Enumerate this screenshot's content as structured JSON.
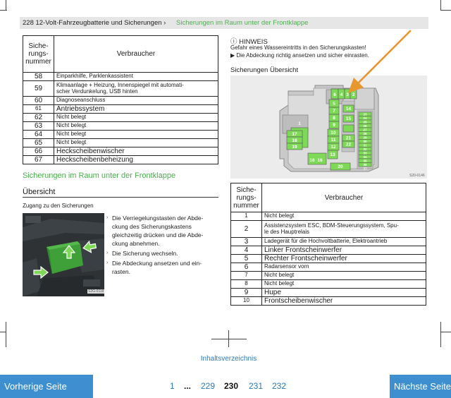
{
  "header": {
    "left": "228 12-Volt-Fahrzeugbatterie und Sicherungen ›",
    "right": "Sicherungen im Raum unter der Frontklappe"
  },
  "left_table": {
    "col_num": "Siche-\nrungs-\nnummer",
    "col_load": "Verbraucher",
    "rows": [
      {
        "num": "58",
        "load": "Einparkhilfe, Parklenkassistent"
      },
      {
        "num": "59",
        "load": "Klimaanlage + Heizung, Innenspiegel mit automati-\nscher Verdunkelung, USB hinten"
      },
      {
        "num": "60",
        "load": "Diagnoseanschluss"
      },
      {
        "num": "61",
        "load": "Antriebssystem"
      },
      {
        "num": "62",
        "load": "Nicht belegt"
      },
      {
        "num": "63",
        "load": "Nicht belegt"
      },
      {
        "num": "64",
        "load": "Nicht belegt"
      },
      {
        "num": "65",
        "load": "Nicht belegt"
      },
      {
        "num": "66",
        "load": "Heckscheibenwischer"
      },
      {
        "num": "67",
        "load": "Heckscheibenbeheizung"
      }
    ]
  },
  "section": {
    "title": "Sicherungen im Raum unter der Frontklappe",
    "subtitle": "Übersicht",
    "access": "Zugang zu den Sicherungen",
    "photo_caption": "S2G-0118",
    "steps": [
      "Die Verriegelungstasten der Abde-\nckung des Sicherungskastens\ngleichzeitig drücken und die Abde-\nckung abnehmen.",
      "Die Sicherung wechseln.",
      "Die Abdeckung ansetzen und ein-\nrasten."
    ]
  },
  "hinweis": {
    "title": "HINWEIS",
    "line1": "Gefahr eines Wassereintritts in den Sicherungskasten!",
    "line2": "Die Abdeckung richtig ansetzen und sicher einrasten."
  },
  "overview_title": "Sicherungen Übersicht",
  "diagram": {
    "caption": "S20-0146",
    "labels": {
      "top": [
        "6",
        "4",
        "3",
        "2"
      ],
      "f5": "5",
      "f7": "7",
      "f8": "8",
      "f9": "9",
      "f10": "10",
      "f11": "11",
      "f12": "12",
      "f13": "13",
      "f14": "14",
      "f15": "15",
      "f16": "16",
      "f17": "17",
      "f18": "18",
      "f19": "19",
      "f20": "20",
      "f21": "21",
      "f22": "22",
      "f1": "1",
      "right": [
        "23",
        "24",
        "25",
        "26",
        "27",
        "28",
        "29",
        "30",
        "31",
        "32",
        "33",
        "34",
        "35",
        "36",
        "37"
      ]
    }
  },
  "right_table": {
    "col_num": "Siche-\nrungs-\nnummer",
    "col_load": "Verbraucher",
    "rows": [
      {
        "num": "1",
        "load": "Nicht belegt"
      },
      {
        "num": "2",
        "load": "Assistenzsystem ESC, BDM-Steuerungssystem, Spu-\nle des Hauptrelais"
      },
      {
        "num": "3",
        "load": "Ladegerät für die Hochvoltbatterie, Elektroantrieb"
      },
      {
        "num": "4",
        "load": "Linker Frontscheinwerfer"
      },
      {
        "num": "5",
        "load": "Rechter Frontscheinwerfer"
      },
      {
        "num": "6",
        "load": "Radarsensor vorn"
      },
      {
        "num": "7",
        "load": "Nicht belegt"
      },
      {
        "num": "8",
        "load": "Nicht belegt"
      },
      {
        "num": "9",
        "load": "Hupe"
      },
      {
        "num": "10",
        "load": "Frontscheibenwischer"
      }
    ]
  },
  "footer": {
    "toc": "Inhaltsverzeichnis",
    "prev": "Vorherige Seite",
    "next": "Nächste Seite",
    "pages": [
      "1",
      "...",
      "229",
      "230",
      "231",
      "232"
    ],
    "current": "230"
  },
  "colors": {
    "accent_green": "#4caf50",
    "link_blue": "#2a7ab8",
    "button_blue": "#3d8fd0",
    "fuse_green": "#7ed957",
    "arrow_orange": "#e8962e"
  }
}
